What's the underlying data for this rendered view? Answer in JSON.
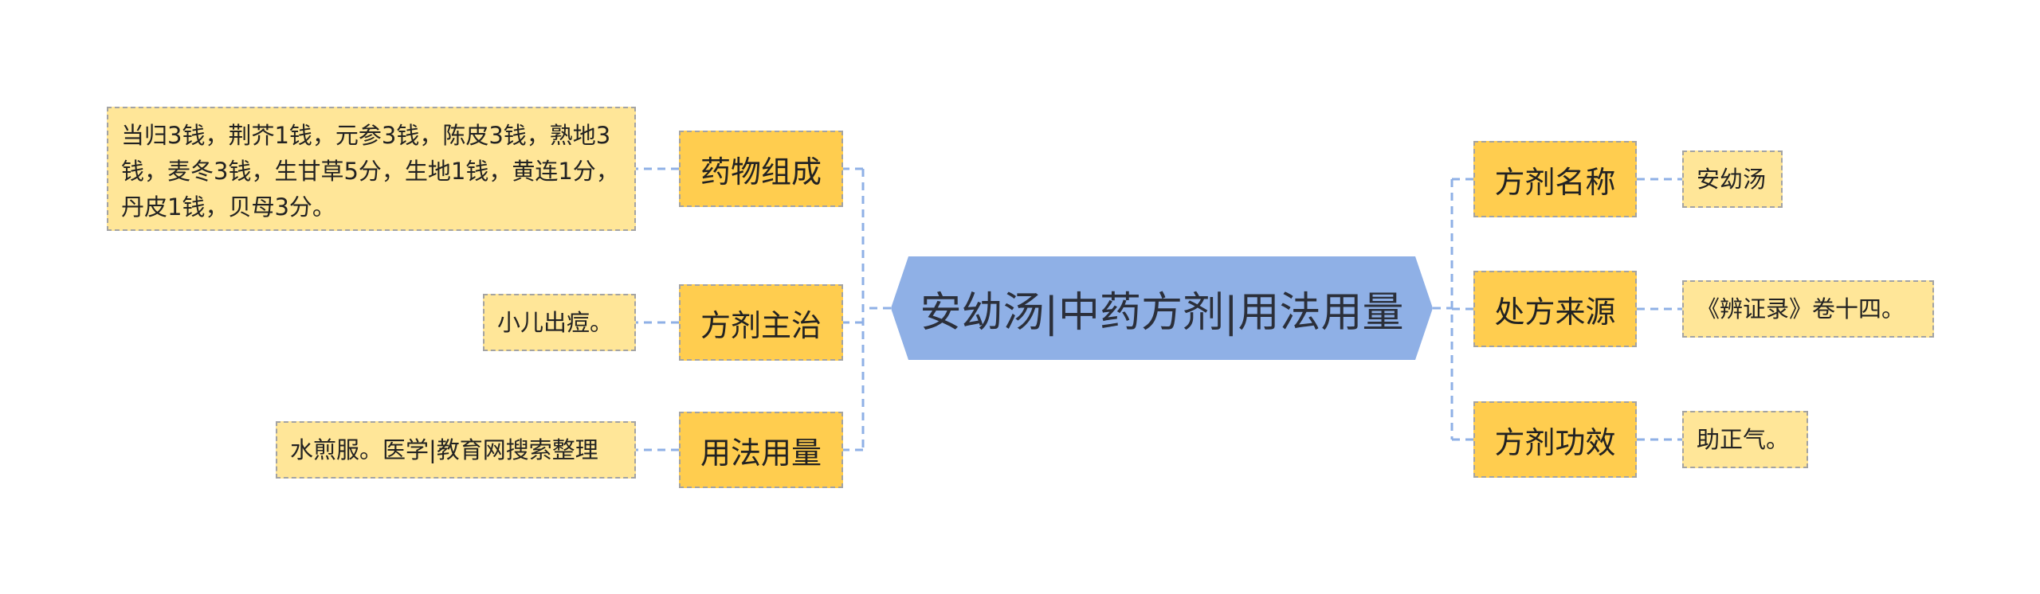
{
  "center": {
    "label": "安幼汤|中药方剂|用法用量"
  },
  "branches": {
    "left": [
      {
        "label": "药物组成",
        "detail": "当归3钱，荆芥1钱，元参3钱，陈皮3钱，熟地3钱，麦冬3钱，生甘草5分，生地1钱，黄连1分，丹皮1钱，贝母3分。"
      },
      {
        "label": "方剂主治",
        "detail": "小儿出痘。"
      },
      {
        "label": "用法用量",
        "detail": "水煎服。医学|教育网搜索整理"
      }
    ],
    "right": [
      {
        "label": "方剂名称",
        "detail": "安幼汤"
      },
      {
        "label": "处方来源",
        "detail": "《辨证录》卷十四。"
      },
      {
        "label": "方剂功效",
        "detail": "助正气。"
      }
    ]
  },
  "colors": {
    "center_fill": "#8fb0e6",
    "branch_fill": "#ffcd4f",
    "leaf_fill": "#ffe698",
    "connector": "#8fb0e6",
    "border": "#a3a3a3"
  }
}
